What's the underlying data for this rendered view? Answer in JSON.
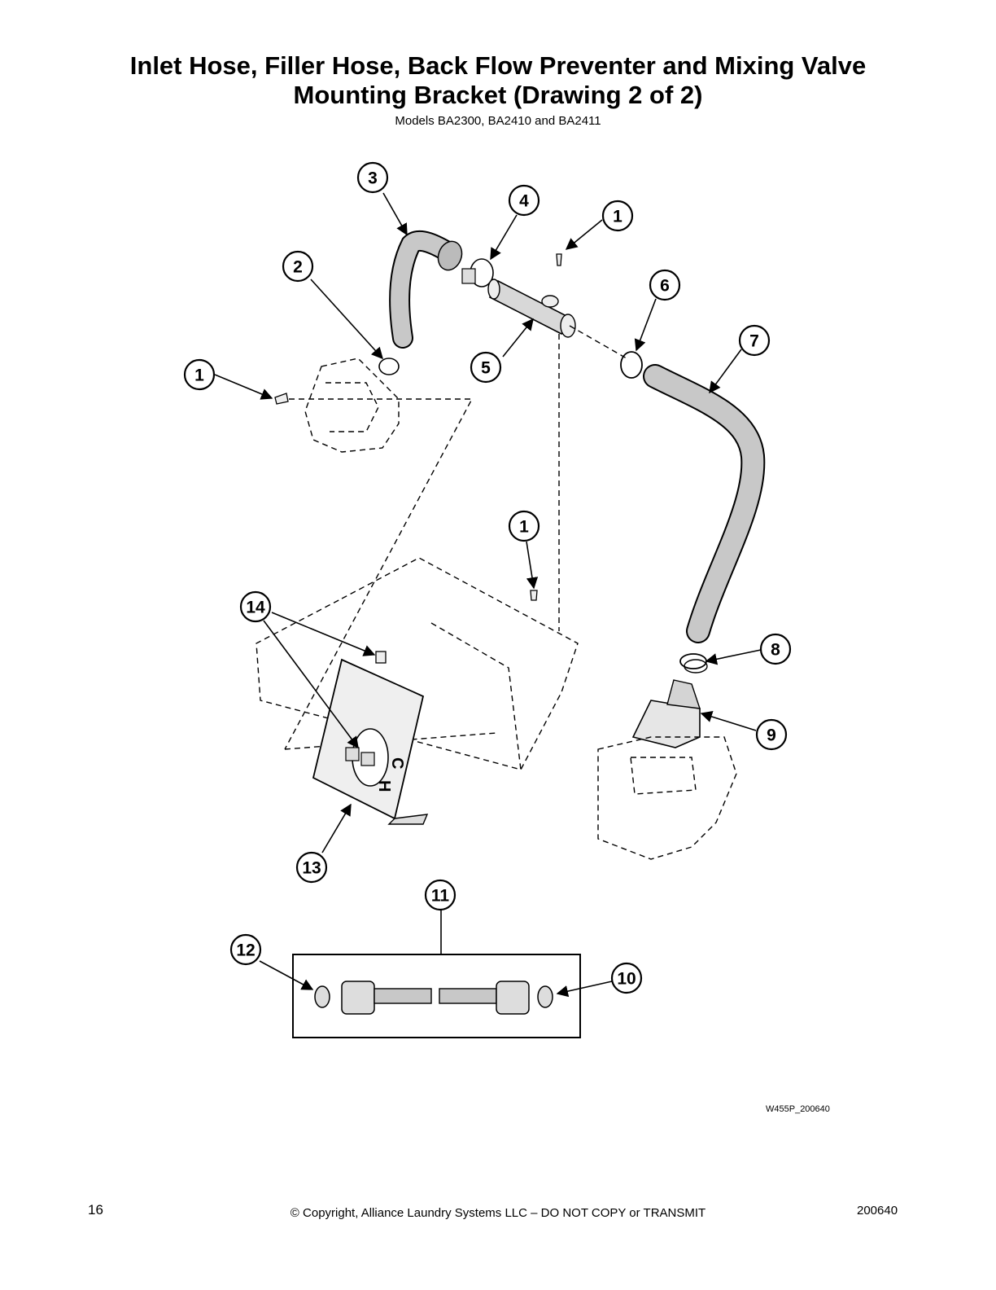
{
  "header": {
    "title_line1": "Inlet Hose, Filler Hose, Back Flow Preventer and Mixing Valve",
    "title_line2": "Mounting Bracket (Drawing 2 of 2)",
    "subtitle": "Models BA2300, BA2410 and BA2411"
  },
  "callouts": [
    {
      "id": "c3a",
      "label": "3"
    },
    {
      "id": "c4",
      "label": "4"
    },
    {
      "id": "c1a",
      "label": "1"
    },
    {
      "id": "c2",
      "label": "2"
    },
    {
      "id": "c6",
      "label": "6"
    },
    {
      "id": "c7",
      "label": "7"
    },
    {
      "id": "c1b",
      "label": "1"
    },
    {
      "id": "c5",
      "label": "5"
    },
    {
      "id": "c1c",
      "label": "1"
    },
    {
      "id": "c14",
      "label": "14"
    },
    {
      "id": "c8",
      "label": "8"
    },
    {
      "id": "c9",
      "label": "9"
    },
    {
      "id": "c13",
      "label": "13"
    },
    {
      "id": "c11",
      "label": "11"
    },
    {
      "id": "c12",
      "label": "12"
    },
    {
      "id": "c10",
      "label": "10"
    }
  ],
  "bracket_letters": {
    "c": "C",
    "h": "H"
  },
  "drawing_code": "W455P_200640",
  "footer": {
    "page_number": "16",
    "copyright": "© Copyright, Alliance Laundry Systems LLC – DO NOT COPY or TRANSMIT",
    "doc_number": "200640"
  }
}
